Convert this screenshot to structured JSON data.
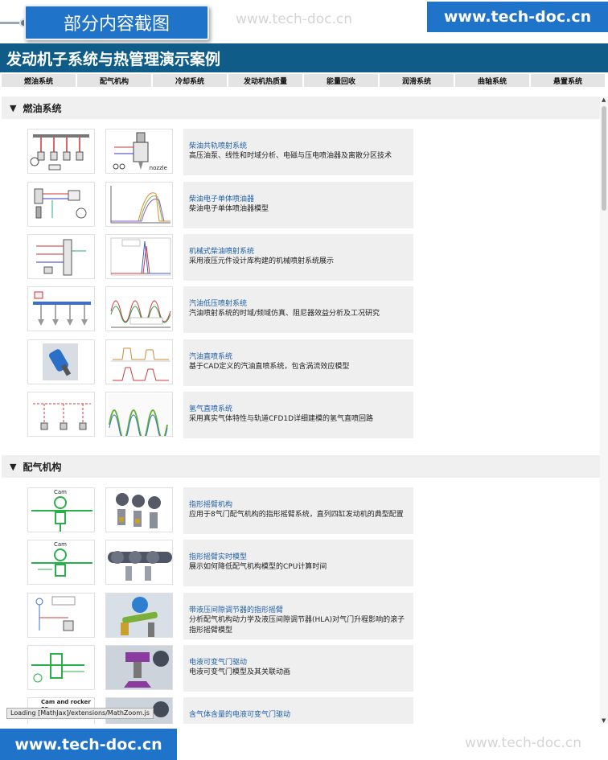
{
  "banner": {
    "label": "部分内容截图",
    "watermark": "www.tech-doc.cn",
    "brand": "www.tech-doc.cn"
  },
  "page": {
    "title": "发动机子系统与热管理演示案例"
  },
  "nav": {
    "tabs": [
      "燃油系统",
      "配气机构",
      "冷却系统",
      "发动机热质量",
      "能量回收",
      "润滑系统",
      "曲轴系统",
      "悬置系统"
    ]
  },
  "sections": [
    {
      "heading": "燃油系统",
      "items": [
        {
          "title": "柴油共轨喷射系统",
          "desc": "高压油泵、线性和时域分析、电磁与压电喷油器及离散分区技术",
          "thumb_text": "nozzle"
        },
        {
          "title": "柴油电子单体喷油器",
          "desc": "柴油电子单体喷油器模型"
        },
        {
          "title": "机械式柴油喷射系统",
          "desc": "采用液压元件设计库构建的机械喷射系统展示"
        },
        {
          "title": "汽油低压喷射系统",
          "desc": "汽油喷射系统的时域/频域仿真、阻尼器效益分析及工况研究"
        },
        {
          "title": "汽油直喷系统",
          "desc": "基于CAD定义的汽油直喷系统，包含涡流效应模型"
        },
        {
          "title": "氢气直喷系统",
          "desc": "采用真实气体特性与轨道CFD1D详细建模的氢气直喷回路"
        }
      ]
    },
    {
      "heading": "配气机构",
      "items": [
        {
          "title": "指形摇臂机构",
          "desc": "应用于8气门配气机构的指形摇臂系统，直列四缸发动机的典型配置",
          "thumb_text": "Cam"
        },
        {
          "title": "指形摇臂实时模型",
          "desc": "展示如何降低配气机构模型的CPU计算时间",
          "thumb_text": "Cam"
        },
        {
          "title": "带液压间隙调节器的指形摇臂",
          "desc": "分析配气机构动力学及液压间隙调节器(HLA)对气门升程影响的滚子指形摇臂模型"
        },
        {
          "title": "电液可变气门驱动",
          "desc": "电液可变气门模型及其关联动画"
        },
        {
          "title": "含气体含量的电液可变气门驱动",
          "desc": "",
          "thumb_text": "Cam and rocker ar"
        }
      ]
    }
  ],
  "status": {
    "loading": "Loading [MathJax]/extensions/MathZoom.js"
  },
  "colors": {
    "title_bar": "#0e5c87",
    "brand_blue": "#1f73c8",
    "link_blue": "#1f5fa8"
  }
}
